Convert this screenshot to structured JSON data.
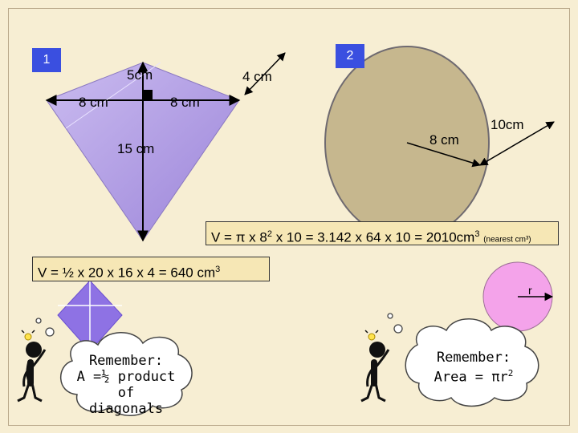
{
  "shape1": {
    "number": "1",
    "labels": {
      "top_height": "5cm",
      "left_half": "8 cm",
      "right_half": "8 cm",
      "bottom_height": "15 cm",
      "depth": "4 cm"
    },
    "formula": {
      "prefix": "V = ½ x 20 x 16 x 4 = 640 cm",
      "power": "3"
    },
    "thought": {
      "line1": "Remember:",
      "line2": "A =½ product of",
      "line3": "diagonals"
    }
  },
  "shape2": {
    "number": "2",
    "labels": {
      "radius": "8 cm",
      "height": "10cm"
    },
    "formula": {
      "p1": "V = ",
      "pi": "π",
      "p2": " x 8",
      "sq": "2",
      "p3": " x 10 = 3.142 x 64 x 10 = 2010cm",
      "cube": "3",
      "note": "(nearest cm³)"
    },
    "circle_label": "r",
    "thought": {
      "line1": "Remember:",
      "line2a": "Area = ",
      "pi": "π",
      "line2b": "r",
      "sq": "2"
    }
  },
  "colors": {
    "background": "#f7eed3",
    "kite_fill": "#b7a3e3",
    "small_kite": "#8e72e4",
    "ellipse_fill": "#c6b78e",
    "formula_top_bg": "#f6e7b5",
    "formula_left_bg": "#f6e7b5",
    "pink_circle": "#f4a3ea",
    "number_box": "#3a4fe0"
  }
}
